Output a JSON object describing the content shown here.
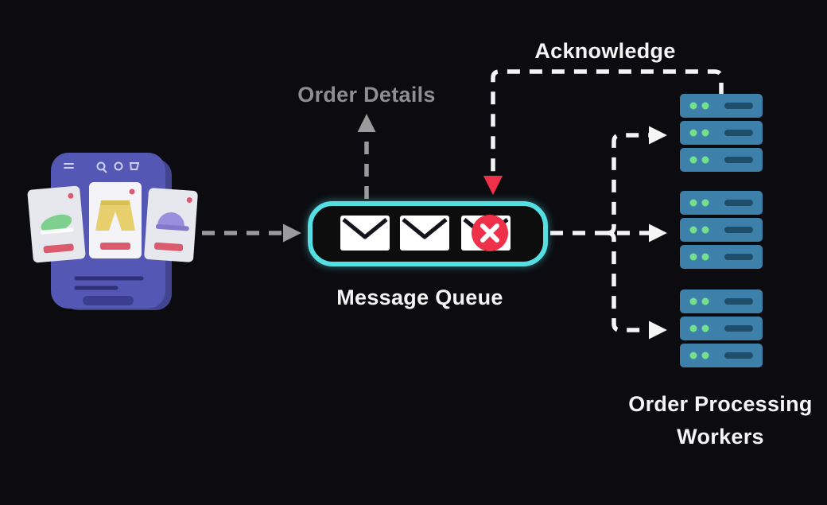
{
  "diagram": {
    "title": "Message queue order processing diagram",
    "labels": {
      "acknowledge": "Acknowledge",
      "order_details": "Order Details",
      "message_queue": "Message Queue",
      "workers": "Order Processing Workers"
    },
    "source": {
      "name": "shopping-app-phone",
      "description": "mobile e-commerce app with product cards (sneaker, shorts, cap)"
    },
    "queue": {
      "messages": [
        {
          "type": "envelope",
          "status": "ok"
        },
        {
          "type": "envelope",
          "status": "ok"
        },
        {
          "type": "envelope",
          "status": "failed"
        }
      ]
    },
    "workers": {
      "count": 3,
      "units_per_server": 3
    },
    "flows": [
      {
        "from": "phone",
        "to": "message-queue",
        "style": "gray-dashed"
      },
      {
        "from": "message-queue",
        "to": "order-details",
        "style": "gray-dashed"
      },
      {
        "from": "message-queue",
        "to": "workers",
        "style": "white-dashed-fanout"
      },
      {
        "from": "workers",
        "to": "failed-message",
        "label": "Acknowledge",
        "style": "white-dashed-red-arrow"
      }
    ],
    "colors": {
      "background": "#0b0b10",
      "queue_border": "#57dfe2",
      "error_badge": "#ee3048",
      "arrow_gray": "#9b9b9b",
      "arrow_white": "#f5f5f5",
      "server_body": "#3d81aa",
      "server_slot": "#1f4e6b",
      "server_led": "#72e08c",
      "phone_body": "#5457b4",
      "label_white": "#f5f5f5",
      "label_gray": "#8f8f8f"
    }
  }
}
